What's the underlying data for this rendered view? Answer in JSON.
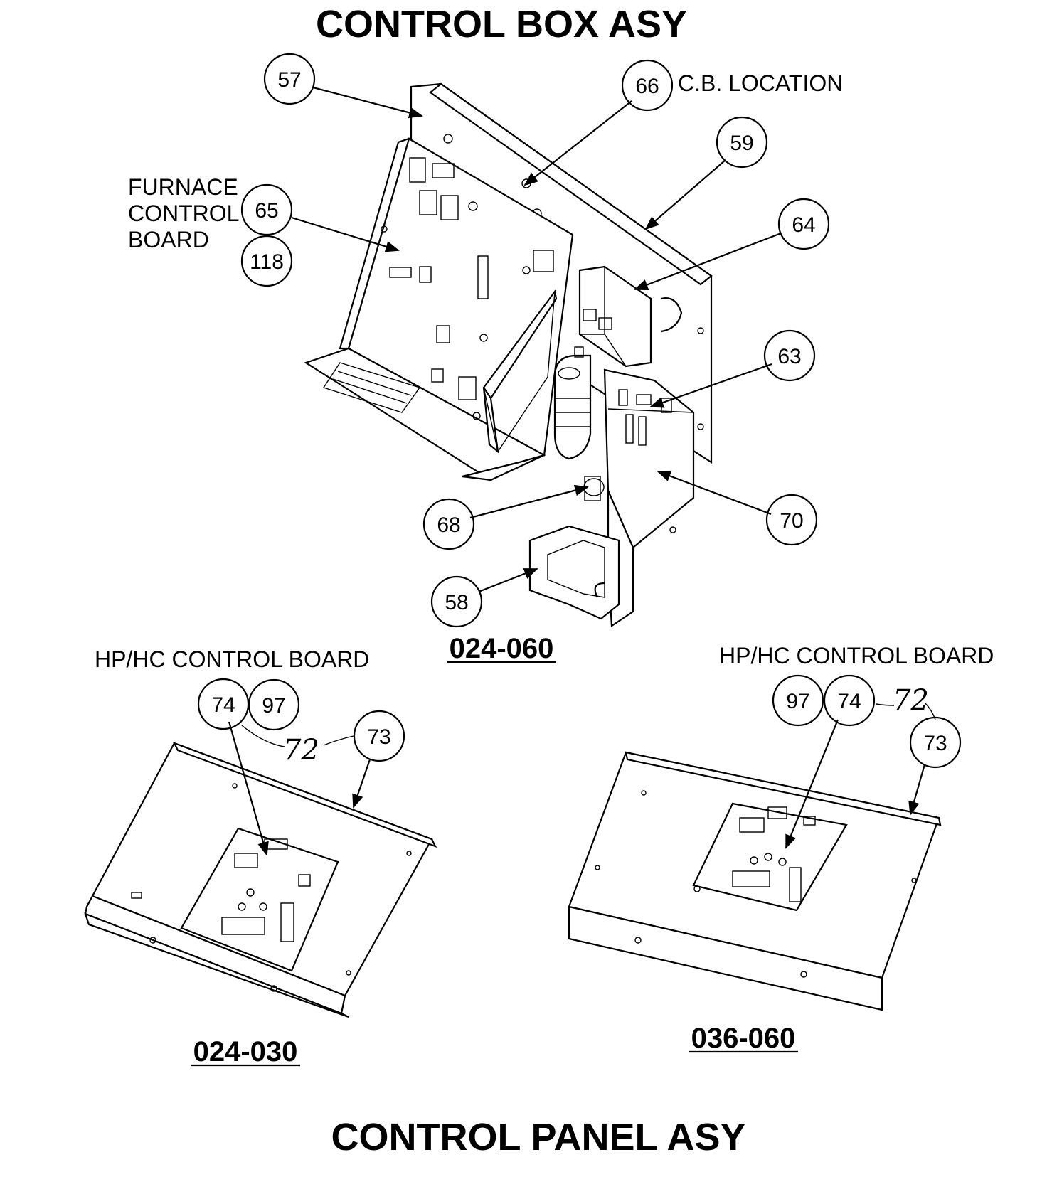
{
  "titles": {
    "top": "CONTROL BOX ASY",
    "bottom": "CONTROL PANEL ASY"
  },
  "labels": {
    "cb_location": "C.B. LOCATION",
    "furnace_1": "FURNACE",
    "furnace_2": "CONTROL",
    "furnace_3": "BOARD",
    "hphc_left": "HP/HC CONTROL BOARD",
    "hphc_right": "HP/HC CONTROL BOARD",
    "hand_left": "72",
    "hand_right": "72"
  },
  "models": {
    "box": "024-060",
    "left": "024-030",
    "right": "036-060"
  },
  "callouts": {
    "c57": "57",
    "c66": "66",
    "c59": "59",
    "c65": "65",
    "c118": "118",
    "c64": "64",
    "c63": "63",
    "c68": "68",
    "c70": "70",
    "c58": "58",
    "l74": "74",
    "l97": "97",
    "l73": "73",
    "r97": "97",
    "r74": "74",
    "r73": "73"
  }
}
